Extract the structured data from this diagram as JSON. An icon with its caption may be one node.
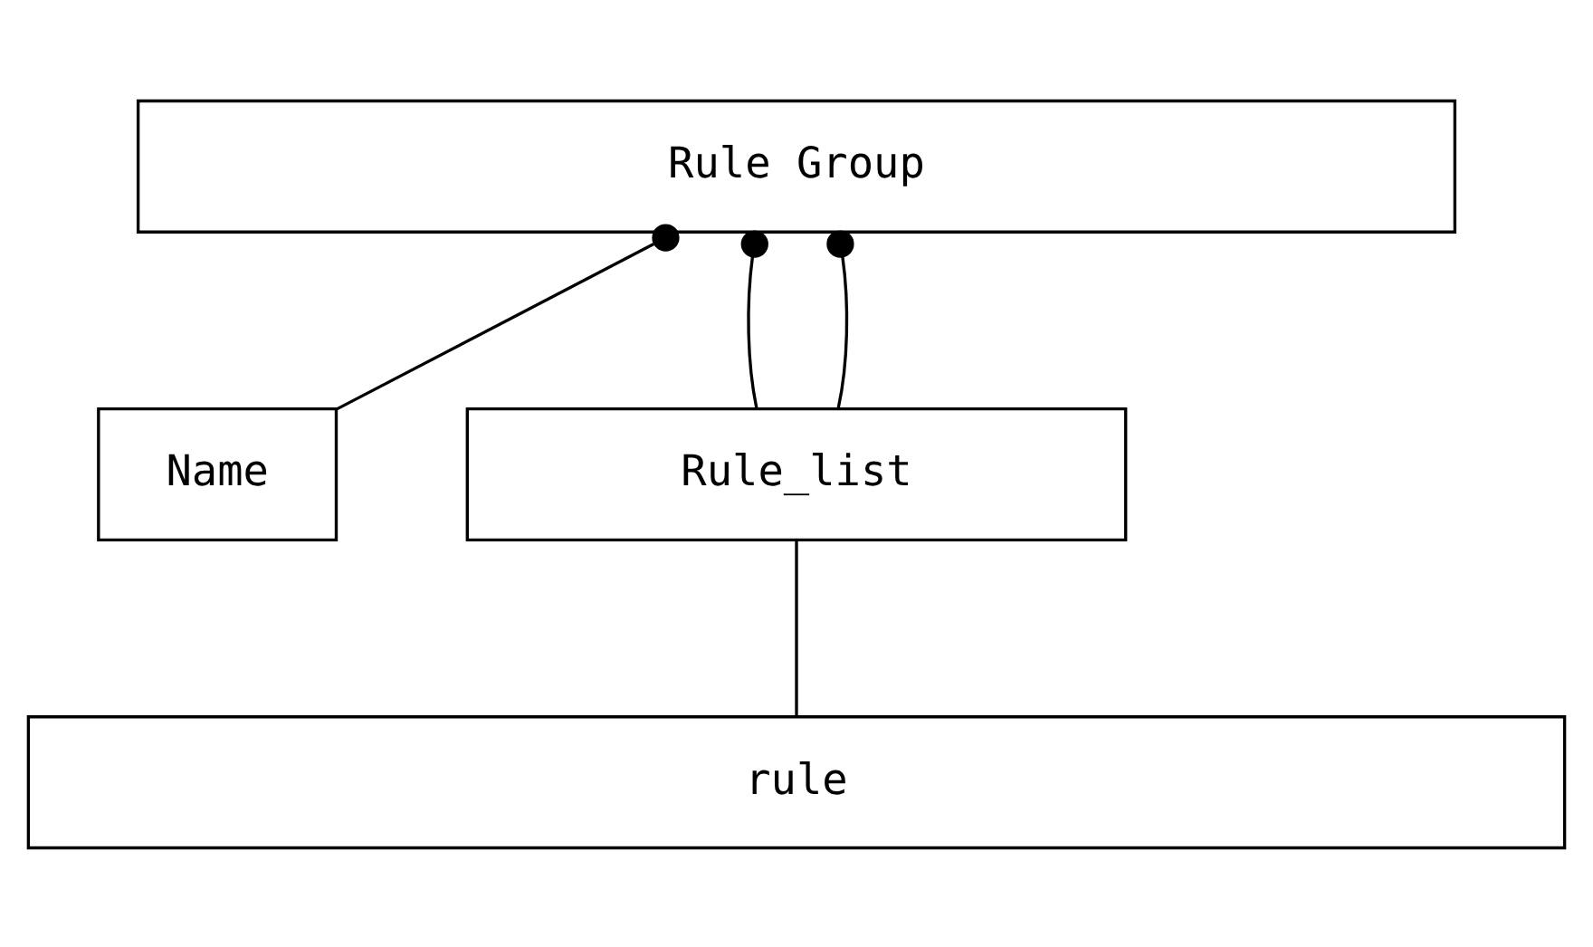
{
  "diagram": {
    "nodes": [
      {
        "text": [
          "Rule Group"
        ]
      },
      {
        "text": [
          "Name"
        ]
      },
      {
        "text": [
          "Rule_list"
        ]
      },
      {
        "text": [
          "rule"
        ]
      }
    ],
    "edges": [
      {
        "from": 0,
        "to": 1,
        "arrow": "other"
      },
      {
        "from": 0,
        "to": 2,
        "arrow": "other"
      },
      {
        "from": 0,
        "to": 2,
        "arrow": "other"
      },
      {
        "from": 2,
        "to": 3,
        "arrow": "none"
      }
    ]
  }
}
